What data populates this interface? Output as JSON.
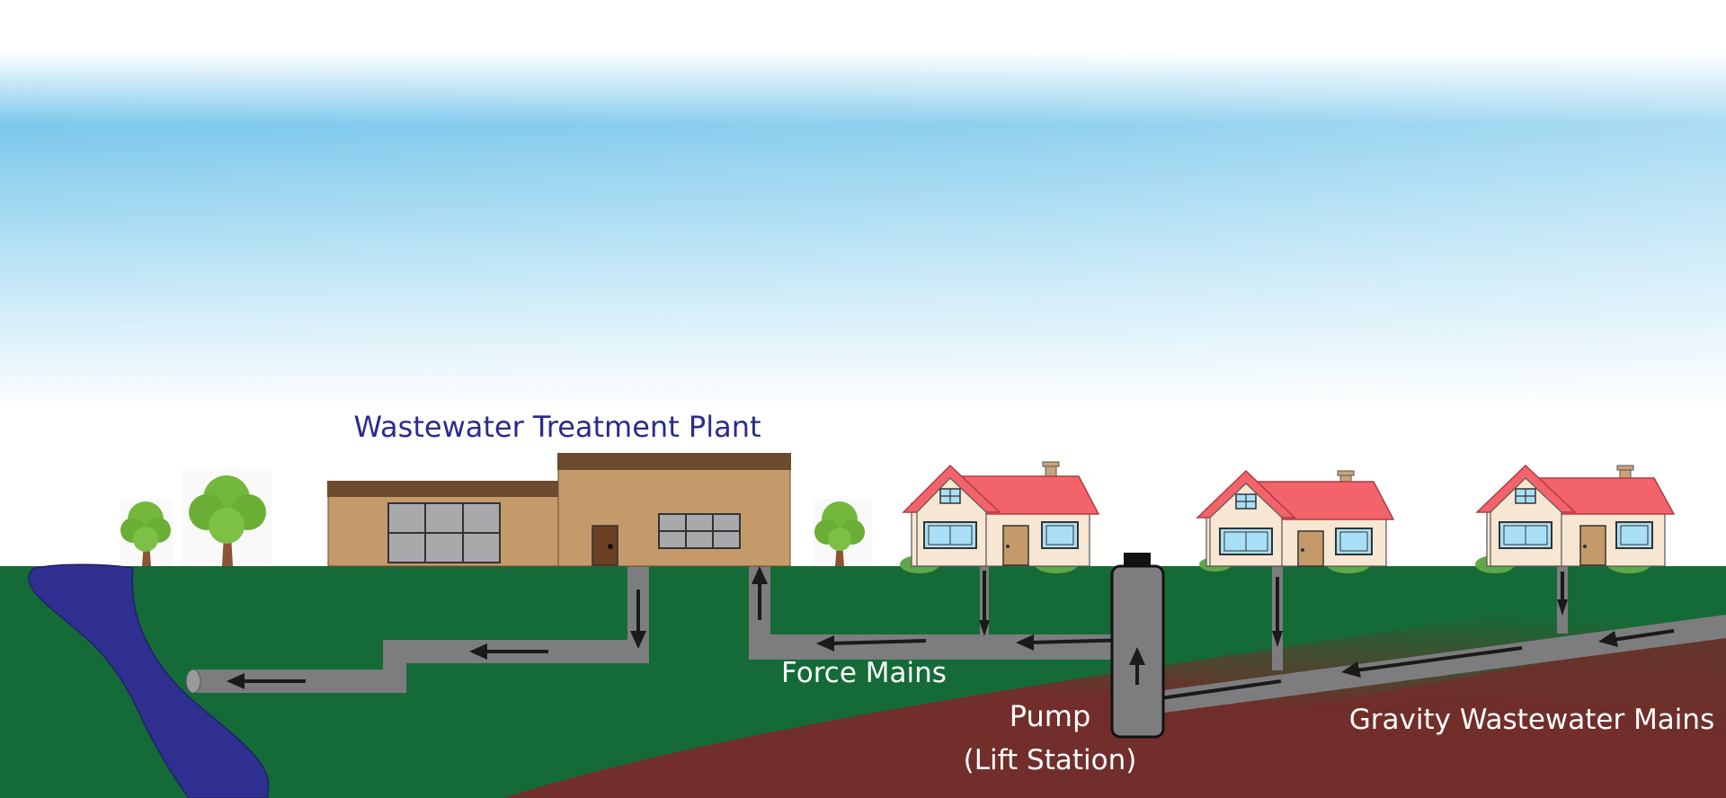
{
  "labels": {
    "plant": "Wastewater Treatment Plant",
    "force_mains": "Force Mains",
    "pump": "Pump",
    "lift_station": "(Lift Station)",
    "gravity_mains": "Gravity Wastewater Mains"
  },
  "colors": {
    "label_dark": "#2b2a8c",
    "label_light": "#ffffff",
    "sky": "#8fd0ee",
    "ground": "#146b37",
    "ground_deep": "#712e2a",
    "pipe": "#7d7d7f",
    "arrow": "#1a1a1a",
    "river": "#2f3090",
    "plant_wall": "#c49a6b",
    "plant_roof": "#6b4a2d",
    "house_wall": "#f7e6d2",
    "house_roof": "#f2646a",
    "window": "#a9dff6",
    "tree": "#73b83d",
    "trunk": "#8a5533"
  }
}
